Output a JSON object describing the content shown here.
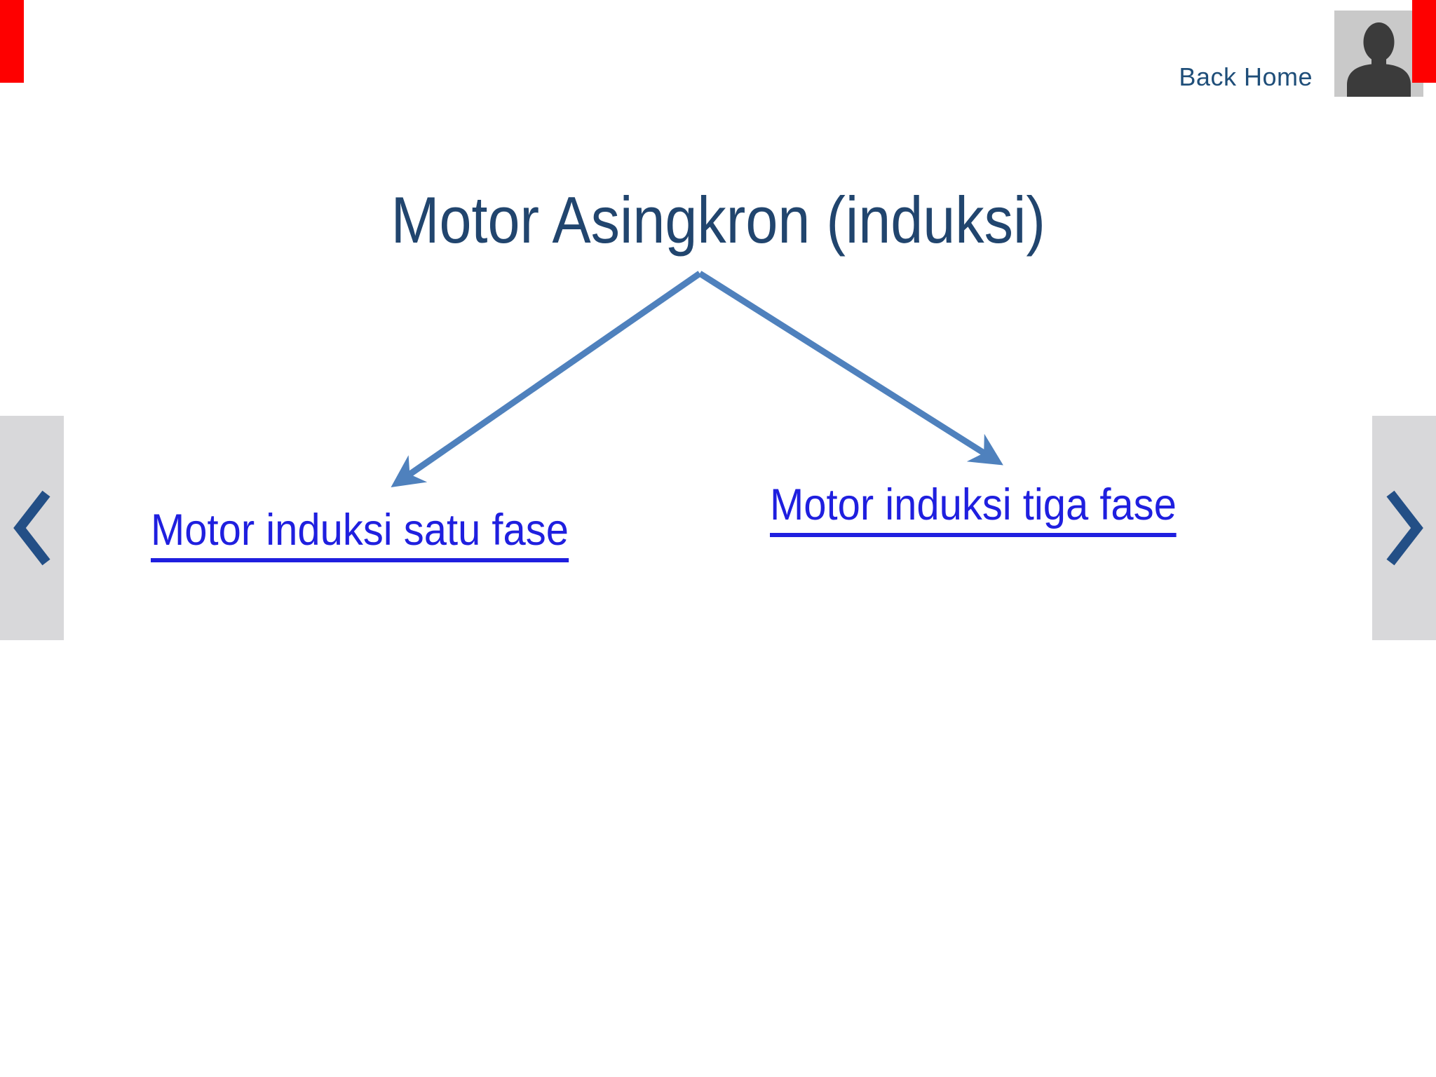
{
  "colors": {
    "background": "#ffffff",
    "corner_marker": "#fe0000",
    "navy_text": "#1f4e79",
    "title_text": "#21456e",
    "link_text": "#1f1fdf",
    "arrow": "#4f81bd",
    "chevron": "#234f86",
    "nav_box_bg": "#d8d8da",
    "avatar_box_bg": "#c9c9c9",
    "avatar_silhouette": "#3b3b3b"
  },
  "header": {
    "back_home_label": "Back Home",
    "avatar_icon": "user-silhouette-icon"
  },
  "slide": {
    "title": "Motor Asingkron (induksi)",
    "links": [
      {
        "label": "Motor induksi satu fase"
      },
      {
        "label": "Motor induksi tiga fase"
      }
    ],
    "connectors": [
      "title-to-motor-induksi-satu-fase",
      "title-to-motor-induksi-tiga-fase"
    ]
  },
  "nav": {
    "prev_icon": "chevron-left-icon",
    "next_icon": "chevron-right-icon"
  }
}
